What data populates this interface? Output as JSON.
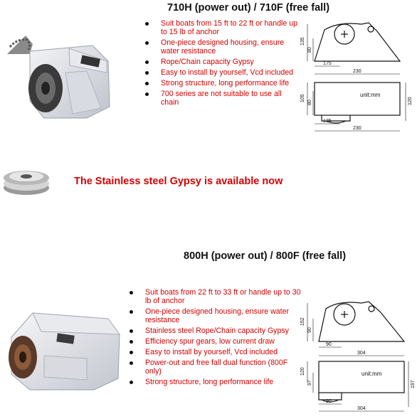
{
  "model1": {
    "title": "710H (power out) / 710F (free fall)",
    "features": [
      "Suit boats from 15 ft to 22 ft or handle up to 15 lb of anchor",
      "One-piece designed housing, ensure water resistance",
      "Rope/Chain capacity Gypsy",
      "Easy to install by yourself, Vcd included",
      "Strong structure, long performance life",
      "700 series are not suitable to use all chain"
    ],
    "dims": {
      "side_height": "135",
      "side_mid": "80",
      "side_base": "175",
      "side_width": "230",
      "top_left": "105",
      "top_inner": "80",
      "top_right": "120",
      "top_base": "175",
      "top_width": "230",
      "unit": "unit:mm"
    }
  },
  "banner": {
    "text": "The Stainless steel Gypsy is available now"
  },
  "model2": {
    "title": "800H (power out) / 800F (free fall)",
    "features": [
      "Suit boats from 22 ft to 33 ft or handle up to 30 lb of anchor",
      "One-piece designed housing, ensure water resistance",
      "Stainless steel Rope/Chain capacity Gypsy",
      "Efficiency spur gears, low current draw",
      "Easy to install by yourself, Vcd included",
      "Power-out and free fall dual function (800F only)",
      "Strong structure, long performance life"
    ],
    "dims": {
      "side_height": "152",
      "side_mid": "90",
      "side_base": "90",
      "side_width": "304",
      "top_left": "120",
      "top_inner": "97",
      "top_right": "197",
      "top_base": "90",
      "top_width": "304",
      "unit": "unit:mm"
    }
  },
  "colors": {
    "feature_text": "#d40000",
    "banner_text": "#d40000"
  }
}
